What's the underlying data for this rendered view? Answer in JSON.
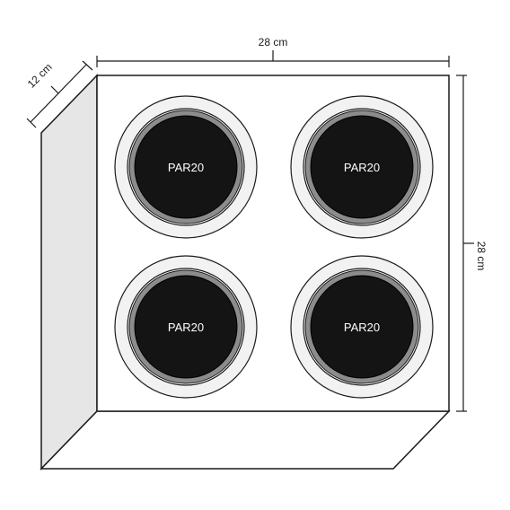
{
  "dimensions": {
    "width": "28 cm",
    "height": "28 cm",
    "depth": "12 cm"
  },
  "fixtures": [
    {
      "label": "PAR20"
    },
    {
      "label": "PAR20"
    },
    {
      "label": "PAR20"
    },
    {
      "label": "PAR20"
    }
  ],
  "colors": {
    "outline": "#1a1a1a",
    "side_face": "#e6e6e6",
    "front_face": "#ffffff",
    "bottom_face": "#ffffff",
    "trim_ring": "#f2f2f2",
    "reflector_ring": "#8c8c8c",
    "lamp_face": "#141414",
    "lamp_text": "#ffffff"
  }
}
